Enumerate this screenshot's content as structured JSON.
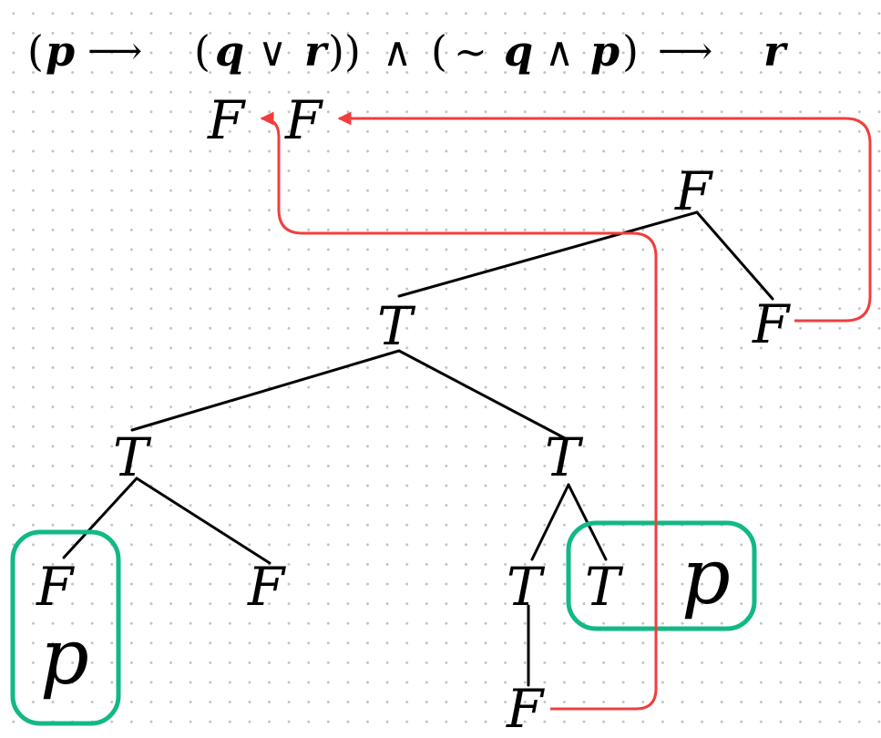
{
  "formula": {
    "open1": "(",
    "p1": "p",
    "arrow1": "⟶",
    "open2": "(",
    "q1": "q",
    "or": "∨",
    "r1": "r",
    "close1": "))",
    "and1": "∧",
    "open3": "(",
    "not": "∼",
    "q2": "q",
    "and2": "∧",
    "p2": "p",
    "close2": ")",
    "arrow2": "⟶",
    "r2": "r"
  },
  "top_labels": {
    "left_f": "F",
    "right_f": "F"
  },
  "tree": {
    "root": "F",
    "root_right": "F",
    "mid_left": "T",
    "lower_left": "T",
    "lower_right": "T",
    "leaf_1": "F",
    "leaf_2": "F",
    "leaf_3": "T",
    "leaf_4": "T",
    "leaf_5": "F"
  },
  "annotations": {
    "left_p": "p",
    "right_p": "p"
  },
  "colors": {
    "red_arrow": "#f03e3e",
    "green_box": "#12b886",
    "grid_dots": "#c2c2c2"
  }
}
